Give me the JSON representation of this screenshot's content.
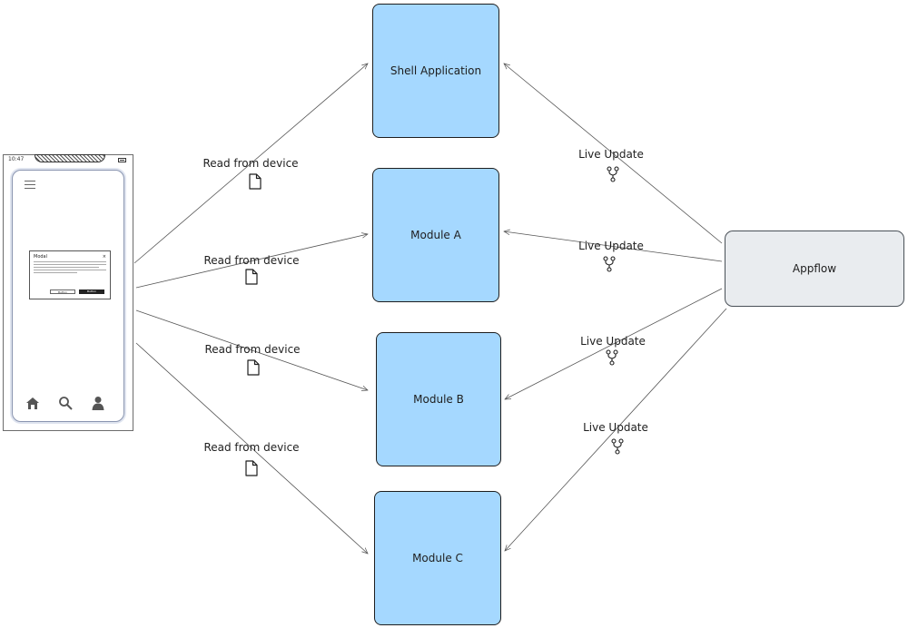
{
  "phone": {
    "time": "10:47",
    "modal": {
      "title": "Modal",
      "close": "×",
      "secondary_button": "Button",
      "primary_button": "Button"
    },
    "tabbar": [
      "home-icon",
      "search-icon",
      "user-icon"
    ]
  },
  "modules": [
    {
      "label": "Shell Application"
    },
    {
      "label": "Module A"
    },
    {
      "label": "Module B"
    },
    {
      "label": "Module C"
    }
  ],
  "appflow": {
    "label": "Appflow"
  },
  "edges": {
    "read_labels": [
      "Read from device",
      "Read from device",
      "Read from device",
      "Read from device"
    ],
    "live_labels": [
      "Live Update",
      "Live Update",
      "Live Update",
      "Live Update"
    ]
  },
  "colors": {
    "module_fill": "#a5d8ff",
    "appflow_fill": "#e9ecef",
    "stroke": "#1e1e1e"
  },
  "icons": {
    "read": "file-icon",
    "live": "git-branch-icon"
  }
}
